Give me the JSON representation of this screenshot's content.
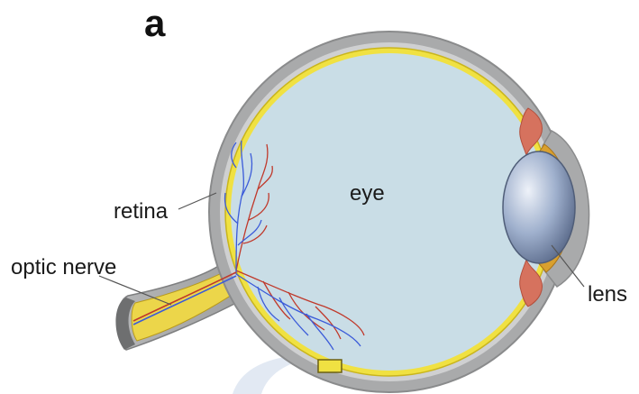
{
  "panel_letter": "a",
  "labels": {
    "eye": "eye",
    "retina": "retina",
    "optic_nerve": "optic nerve",
    "lens": "lens"
  },
  "colors": {
    "background": "#ffffff",
    "sclera": "#a9aaab",
    "retina": "#f0e142",
    "vitreous": "#c9dde6",
    "optic_nerve": "#ecd64a",
    "iris": "#d6725e",
    "cornea": "#d9a02e",
    "lens": "#9fb2cf",
    "artery": "#c0392b",
    "vein": "#3b5bd9"
  },
  "icons": {
    "eye_diagram": "eyeball-cross-section"
  }
}
